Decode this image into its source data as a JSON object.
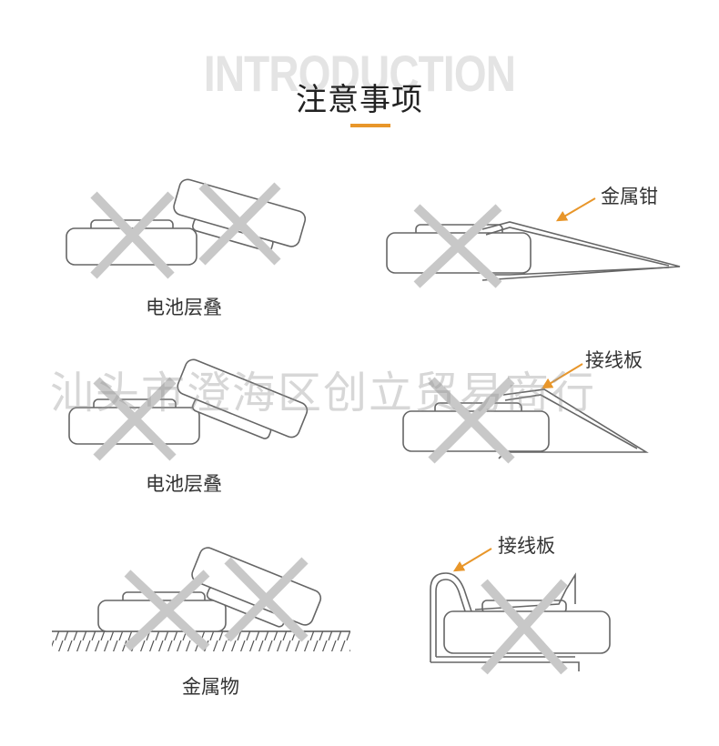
{
  "header": {
    "bg_word": "INTRODUCTION",
    "title": "注意事项"
  },
  "panels": [
    {
      "caption": "电池层叠"
    },
    {
      "callout": "金属钳"
    },
    {
      "caption": "电池层叠"
    },
    {
      "callout": "接线板"
    },
    {
      "caption": "金属物"
    },
    {
      "callout": "接线板"
    }
  ],
  "watermark": "汕头市澄海区创立贸易商行",
  "colors": {
    "accent": "#e8962a",
    "cross": "#c8c8c8",
    "outline": "#666666"
  }
}
